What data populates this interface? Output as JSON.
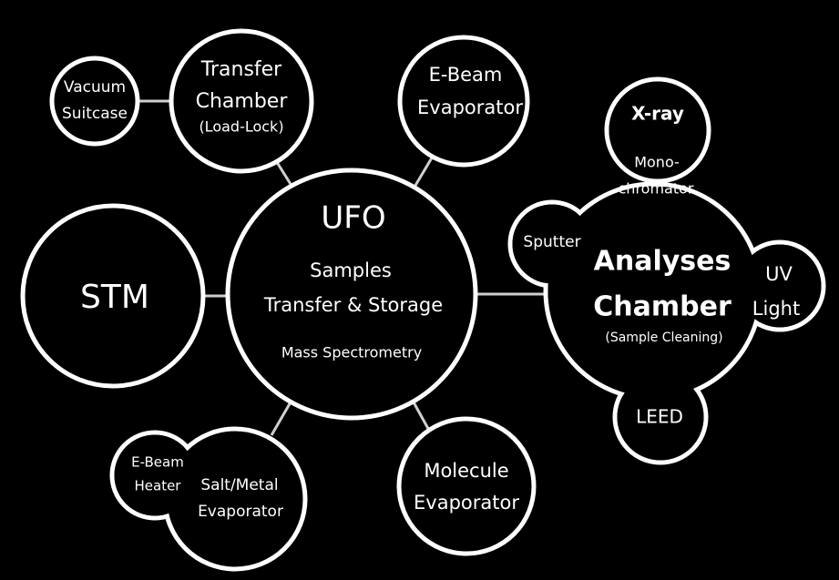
{
  "colors": {
    "background": "#000000",
    "outline": "#ffffff",
    "connector": "#cfcfcf"
  },
  "nodes": {
    "vacuum_suitcase": [
      "Vacuum",
      "Suitcase"
    ],
    "transfer_chamber": [
      "Transfer",
      "Chamber",
      "(Load-Lock)"
    ],
    "ebeam_evaporator": [
      "E-Beam",
      "Evaporator"
    ],
    "stm": [
      "STM"
    ],
    "ufo": {
      "title": "UFO",
      "line1": "Samples",
      "line2": "Transfer & Storage",
      "line3": "Mass Spectrometry"
    },
    "analyses_chamber": {
      "line1": "Analyses",
      "line2": "Chamber",
      "line3": "(Sample Cleaning)"
    },
    "xray": "X-ray",
    "monochromator": [
      "Mono-",
      "chromator"
    ],
    "sputter": "Sputter",
    "uv_light": [
      "UV",
      "Light"
    ],
    "leed": "LEED",
    "ebeam_heater": [
      "E-Beam",
      "Heater"
    ],
    "salt_metal_evaporator": [
      "Salt/Metal",
      "Evaporator"
    ],
    "molecule_evaporator": [
      "Molecule",
      "Evaporator"
    ]
  }
}
